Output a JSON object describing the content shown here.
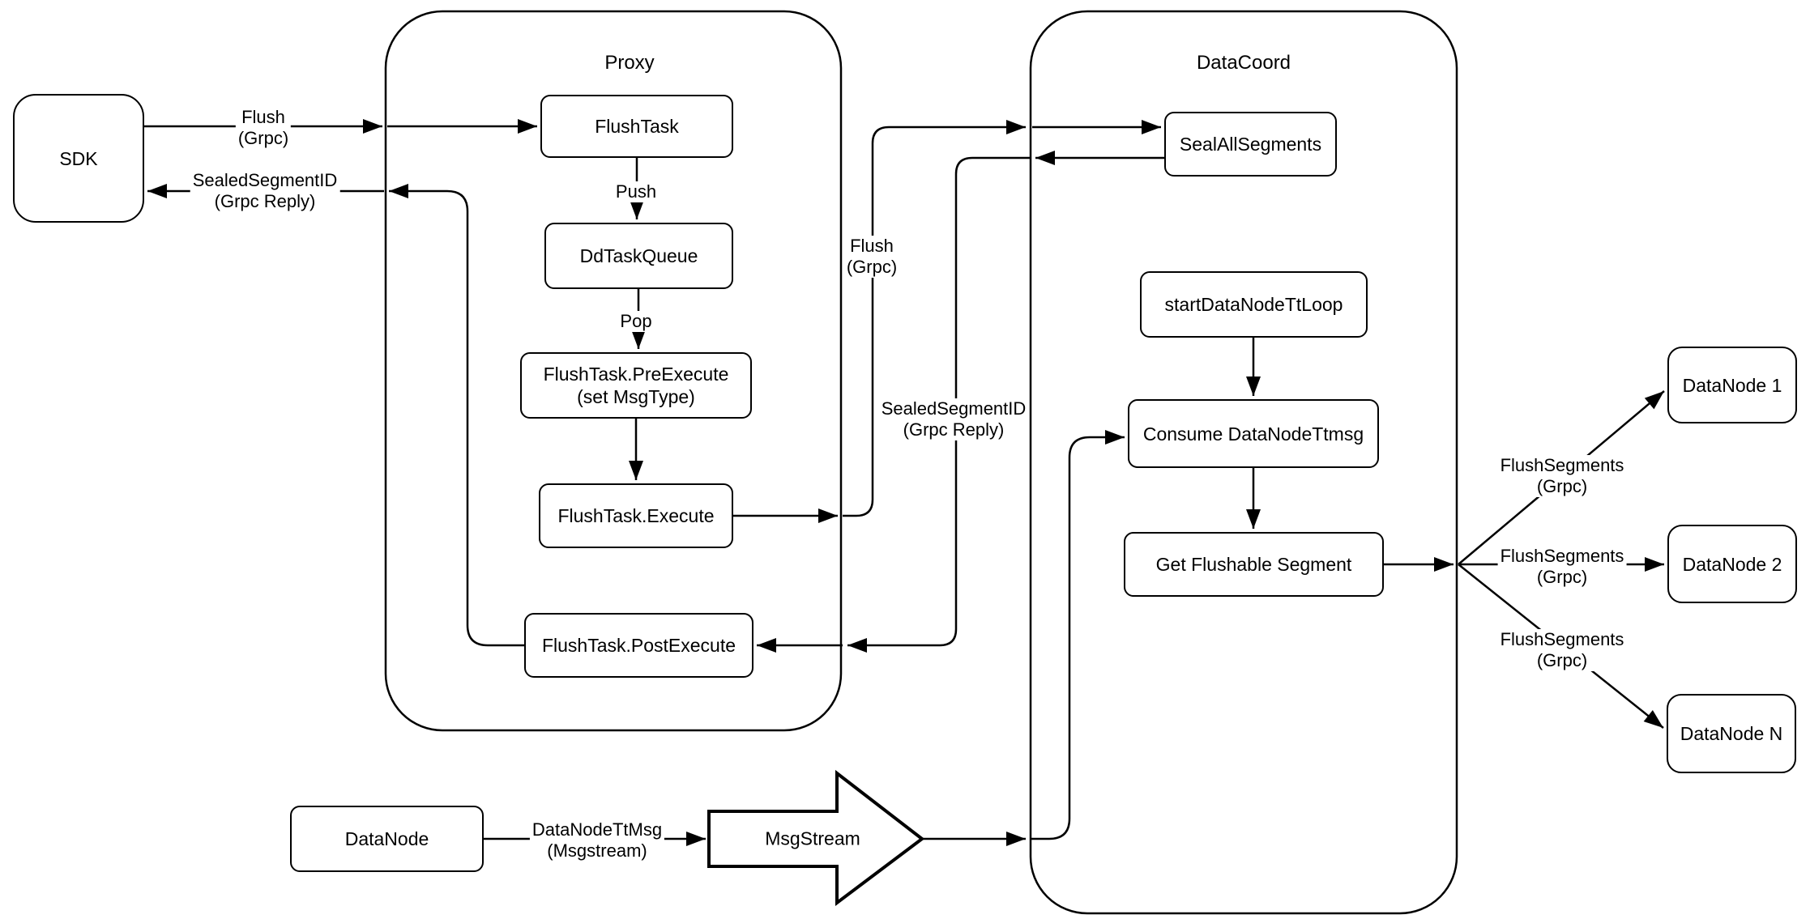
{
  "containers": {
    "proxy": {
      "label": "Proxy"
    },
    "datacoord": {
      "label": "DataCoord"
    }
  },
  "nodes": {
    "sdk": {
      "label": "SDK"
    },
    "flush_task": {
      "label": "FlushTask"
    },
    "dd_task_queue": {
      "label": "DdTaskQueue"
    },
    "pre_execute": {
      "label": "FlushTask.PreExecute\n(set MsgType)"
    },
    "execute": {
      "label": "FlushTask.Execute"
    },
    "post_execute": {
      "label": "FlushTask.PostExecute"
    },
    "seal_all_segments": {
      "label": "SealAllSegments"
    },
    "start_datanode_tt_loop": {
      "label": "startDataNodeTtLoop"
    },
    "consume_datanode_ttmsg": {
      "label": "Consume DataNodeTtmsg"
    },
    "get_flushable_segment": {
      "label": "Get Flushable Segment"
    },
    "datanode_1": {
      "label": "DataNode 1"
    },
    "datanode_2": {
      "label": "DataNode 2"
    },
    "datanode_n": {
      "label": "DataNode N"
    },
    "datanode": {
      "label": "DataNode"
    },
    "msgstream": {
      "label": "MsgStream"
    }
  },
  "edge_labels": {
    "flush_grpc_sdk": "Flush\n(Grpc)",
    "sealed_segment_reply_sdk": "SealedSegmentID\n(Grpc Reply)",
    "push": "Push",
    "pop": "Pop",
    "flush_grpc_mid": "Flush\n(Grpc)",
    "sealed_segment_reply_mid": "SealedSegmentID\n(Grpc Reply)",
    "flush_segments_1": "FlushSegments\n(Grpc)",
    "flush_segments_2": "FlushSegments\n(Grpc)",
    "flush_segments_3": "FlushSegments\n(Grpc)",
    "datanode_tt_msg": "DataNodeTtMsg\n(Msgstream)"
  },
  "colors": {
    "stroke": "#000000",
    "background": "#ffffff"
  }
}
